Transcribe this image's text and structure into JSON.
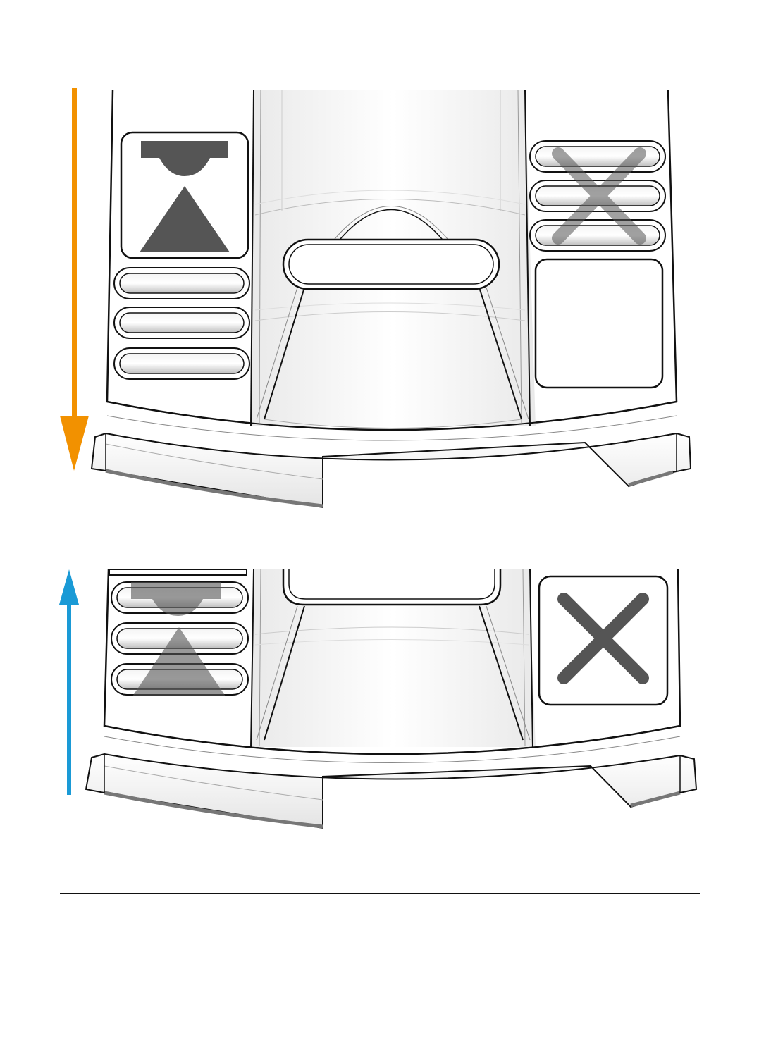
{
  "diagram": {
    "panels": [
      {
        "id": "top",
        "arrow": {
          "direction": "down",
          "color": "#f29100"
        },
        "left_label_icon": "open-lid-icon",
        "left_label_emphasis": "active",
        "right_label_icon": "close-x-icon",
        "right_label_emphasis": "faded",
        "slot_window": "open"
      },
      {
        "id": "bottom",
        "arrow": {
          "direction": "up",
          "color": "#1a9ad6"
        },
        "left_label_icon": "open-lid-icon",
        "left_label_emphasis": "faded",
        "right_label_icon": "close-x-icon",
        "right_label_emphasis": "active",
        "slot_window": "covered"
      }
    ],
    "colors": {
      "icon_dark": "#555555",
      "outline": "#111111",
      "body_fill": "#ffffff",
      "shade": "#d0d0d0"
    }
  }
}
